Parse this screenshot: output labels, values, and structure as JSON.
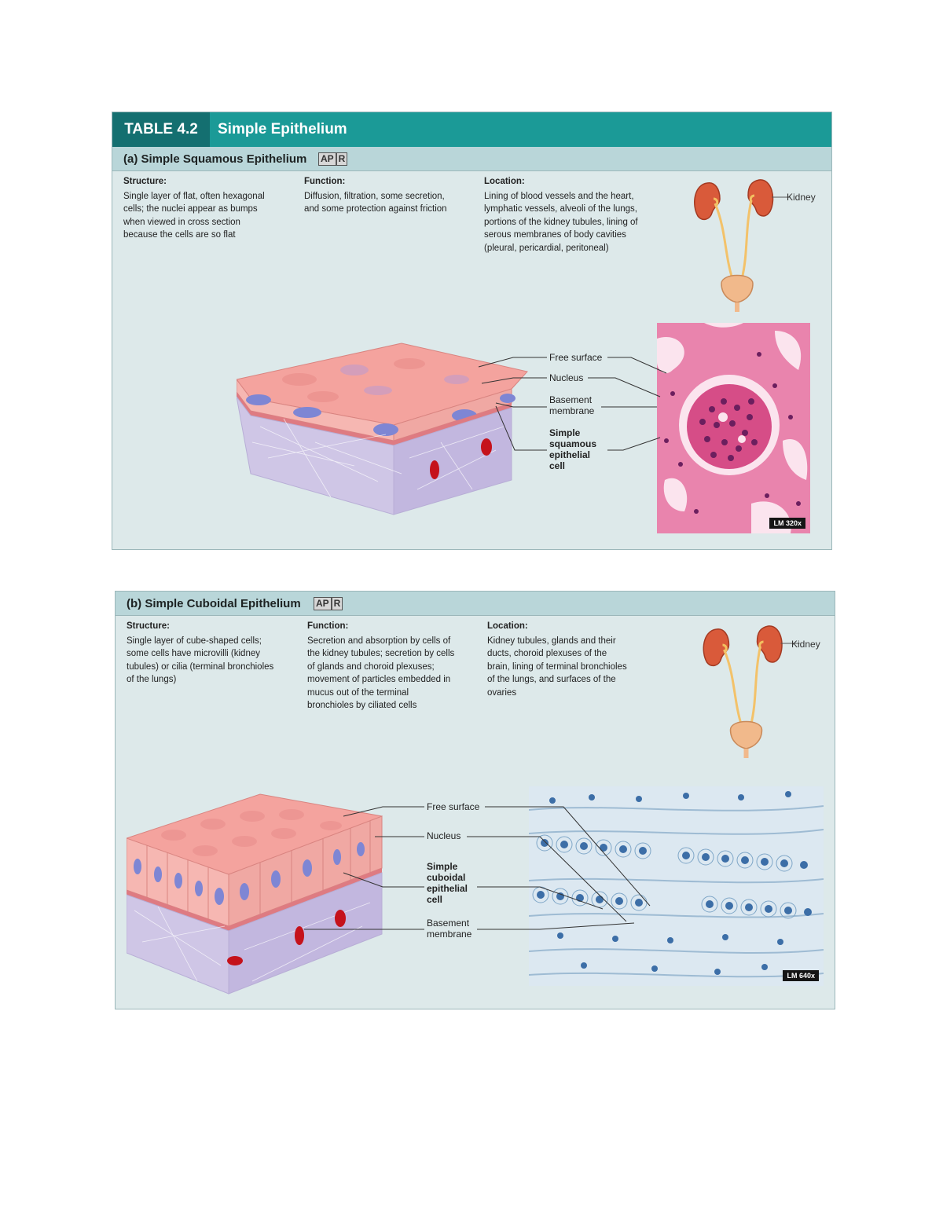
{
  "table": {
    "number": "TABLE 4.2",
    "title": "Simple Epithelium"
  },
  "section_a": {
    "title": "(a) Simple Squamous Epithelium",
    "badge_ap": "AP",
    "badge_r": "R",
    "structure_label": "Structure:",
    "structure_text": "Single layer of flat, often hexagonal cells; the nuclei appear as bumps when viewed in cross section because the cells are so flat",
    "function_label": "Function:",
    "function_text": "Diffusion, filtration, some secretion, and some protection against friction",
    "location_label": "Location:",
    "location_text": "Lining of blood vessels and the heart, lymphatic vessels, alveoli of the lungs, portions of the kidney tubules, lining of serous membranes of body cavities (pleural, pericardial, peritoneal)",
    "organ_label": "Kidney",
    "callouts": {
      "free_surface": "Free surface",
      "nucleus": "Nucleus",
      "basement_membrane": "Basement membrane",
      "cell": "Simple squamous epithelial cell"
    },
    "magnification": "LM 320x"
  },
  "section_b": {
    "title": "(b) Simple Cuboidal Epithelium",
    "badge_ap": "AP",
    "badge_r": "R",
    "structure_label": "Structure:",
    "structure_text": "Single layer of cube-shaped cells; some cells have microvilli (kidney tubules) or cilia (terminal bronchioles of the lungs)",
    "function_label": "Function:",
    "function_text": "Secretion and absorption by cells of the kidney tubules; secretion by cells of glands and choroid plexuses; movement of particles embedded in mucus out of the terminal bronchioles by ciliated cells",
    "location_label": "Location:",
    "location_text": "Kidney tubules, glands and their ducts, choroid plexuses of the brain, lining of terminal bronchioles of the lungs, and surfaces of the ovaries",
    "organ_label": "Kidney",
    "callouts": {
      "free_surface": "Free surface",
      "nucleus": "Nucleus",
      "cell": "Simple cuboidal epithelial cell",
      "basement_membrane": "Basement membrane"
    },
    "magnification": "LM 640x"
  }
}
